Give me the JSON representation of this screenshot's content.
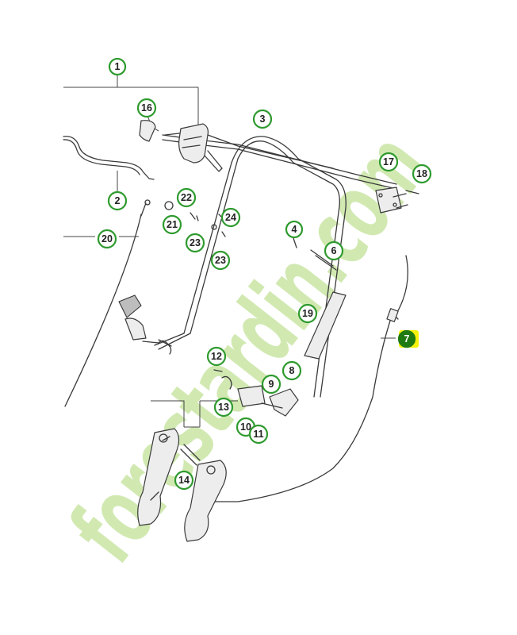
{
  "watermark": {
    "text": "forestardin.com",
    "color_green": "#c9e6a4",
    "color_orange": "#f2c89a",
    "color_grey": "#cfc6bd"
  },
  "callouts": [
    {
      "label": "1"
    },
    {
      "label": "2"
    },
    {
      "label": "3"
    },
    {
      "label": "4"
    },
    {
      "label": "6"
    },
    {
      "label": "7",
      "highlight": true
    },
    {
      "label": "8"
    },
    {
      "label": "9"
    },
    {
      "label": "10"
    },
    {
      "label": "11"
    },
    {
      "label": "12"
    },
    {
      "label": "13"
    },
    {
      "label": "14"
    },
    {
      "label": "16"
    },
    {
      "label": "17"
    },
    {
      "label": "18"
    },
    {
      "label": "19"
    },
    {
      "label": "20"
    },
    {
      "label": "21"
    },
    {
      "label": "22"
    },
    {
      "label": "23"
    },
    {
      "label": "23"
    },
    {
      "label": "24"
    }
  ],
  "colors": {
    "callout_ring": "#2e9a2e",
    "callout_active_fill": "#1f7a12",
    "highlight_glow": "#f4f20a"
  }
}
